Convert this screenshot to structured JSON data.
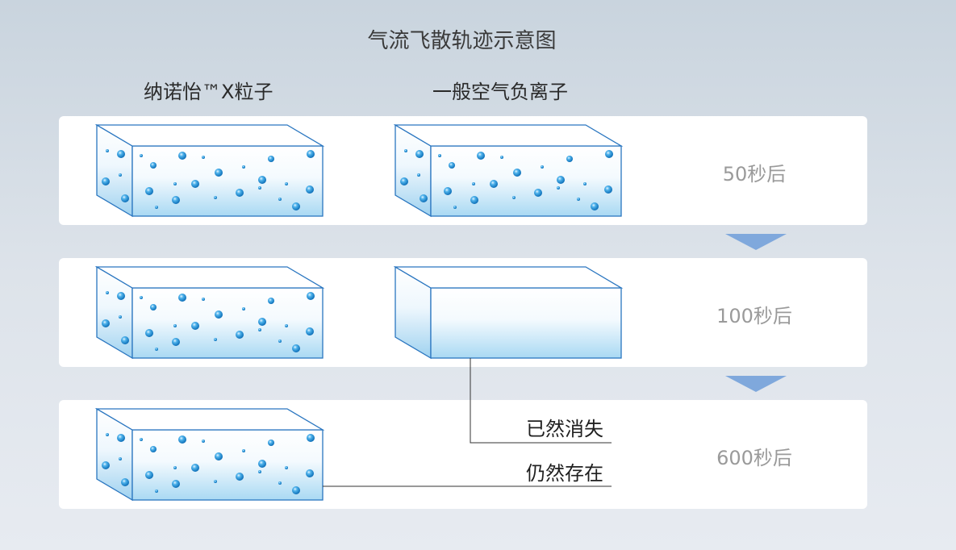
{
  "title": "气流飞散轨迹示意图",
  "columns": {
    "left": "纳诺怡™X粒子",
    "right": "一般空气负离子"
  },
  "rows": [
    {
      "time": "50秒后"
    },
    {
      "time": "100秒后"
    },
    {
      "time": "600秒后"
    }
  ],
  "annotations": {
    "gone": "已然消失",
    "remains": "仍然存在"
  },
  "colors": {
    "particle": "#1e8fd6",
    "box_edge": "#2a76c0",
    "arrow": "#7fa8dc",
    "box_bottom": "#a9d9f3"
  }
}
